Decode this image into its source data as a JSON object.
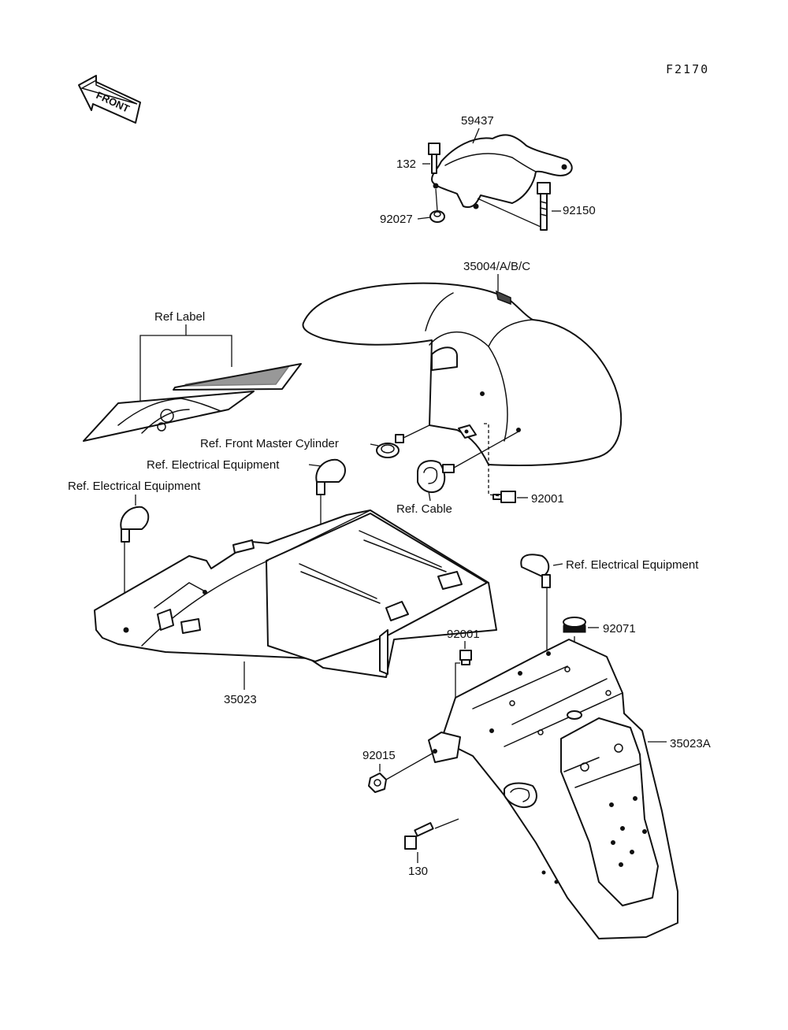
{
  "figure_code": "F2170",
  "front_arrow_label": "FRONT",
  "callouts": {
    "part_59437": "59437",
    "part_132": "132",
    "part_92027": "92027",
    "part_92150": "92150",
    "part_35004": "35004/A/B/C",
    "ref_label": "Ref Label",
    "ref_front_master_cylinder": "Ref. Front Master Cylinder",
    "ref_electrical_equipment_1": "Ref. Electrical Equipment",
    "ref_electrical_equipment_2": "Ref. Electrical Equipment",
    "ref_cable": "Ref. Cable",
    "part_92001_a": "92001",
    "ref_electrical_equipment_3": "Ref. Electrical Equipment",
    "part_92071": "92071",
    "part_92001_b": "92001",
    "part_35023": "35023",
    "part_35023A": "35023A",
    "part_92015": "92015",
    "part_130": "130"
  }
}
